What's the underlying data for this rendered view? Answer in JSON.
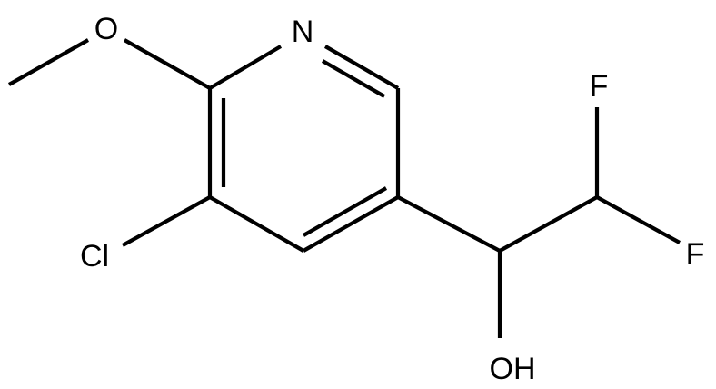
{
  "molecule": {
    "atoms": {
      "n": "N",
      "o_methoxy": "O",
      "cl": "Cl",
      "f_top": "F",
      "f_right": "F",
      "oh": "OH"
    }
  }
}
